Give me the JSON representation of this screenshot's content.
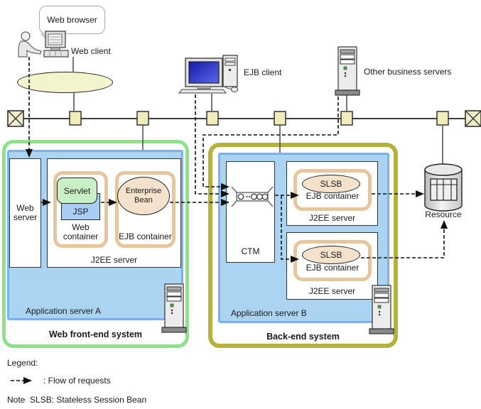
{
  "top": {
    "web_browser_label": "Web browser",
    "web_client_label": "Web client",
    "ejb_client_label": "EJB client",
    "other_servers_label": "Other business servers"
  },
  "front_end": {
    "title": "Web front-end system",
    "app_server_label": "Application server A",
    "web_server_label": "Web server",
    "j2ee_server_label": "J2EE server",
    "web_container_label": "Web container",
    "servlet_label": "Servlet",
    "jsp_label": "JSP",
    "ejb_container_label": "EJB container",
    "enterprise_bean_label": "Enterprise Bean"
  },
  "back_end": {
    "title": "Back-end system",
    "app_server_label": "Application server B",
    "ctm_label": "CTM",
    "j2ee_servers": [
      {
        "slsb_label": "SLSB",
        "ejb_container_label": "EJB container",
        "j2ee_server_label": "J2EE server"
      },
      {
        "slsb_label": "SLSB",
        "ejb_container_label": "EJB container",
        "j2ee_server_label": "J2EE server"
      }
    ]
  },
  "resource_label": "Resource",
  "legend": {
    "title": "Legend:",
    "flow_label": ": Flow of requests",
    "note": "Note  SLSB: Stateless Session Bean"
  },
  "colors": {
    "front_end_border": "#8ce28c",
    "back_end_border": "#b4b23c",
    "app_server_fill": "#abd4f2",
    "app_server_border": "#79b2ea",
    "container_border": "#e6c69c",
    "servlet_fill": "#c9efc4",
    "jsp_fill": "#a9cdf4",
    "bean_fill": "#f4e2cc",
    "network_node_fill": "#f0edbb",
    "lan_ellipse_fill": "#f4f4cc"
  }
}
